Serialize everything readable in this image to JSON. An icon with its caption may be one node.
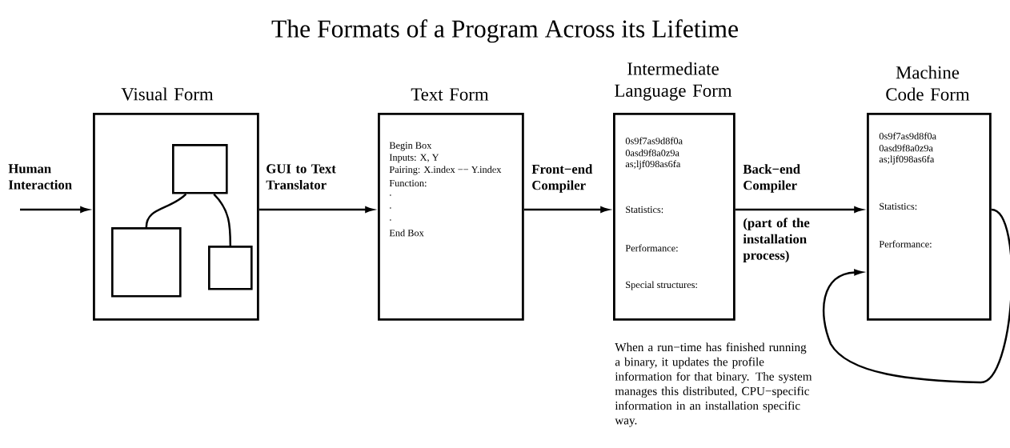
{
  "diagram": {
    "title": "The Formats of a Program Across its Lifetime",
    "nodes": [
      {
        "text": [
          "Visual Form"
        ]
      },
      {
        "text": [],
        "shape": "box",
        "in": 0
      },
      {
        "text": [],
        "shape": "box",
        "in": 0
      },
      {
        "text": [],
        "shape": "box",
        "in": 0
      },
      {
        "text": [
          "Text Form",
          "Begin Box",
          "Inputs: X, Y",
          "Pairing: X.index −− Y.index",
          "Function:",
          ".",
          ".",
          ".",
          "End Box"
        ]
      },
      {
        "text": [
          "Intermediate Language Form",
          "0s9f7as9d8f0a",
          "0asd9f8a0z9a",
          "as;ljf098as6fa",
          "Statistics:",
          "Performance:",
          "Special structures:"
        ]
      },
      {
        "text": [
          "Machine Code Form",
          "0s9f7as9d8f0a",
          "0asd9f8a0z9a",
          "as;ljf098as6fa",
          "Statistics:",
          "Performance:"
        ]
      }
    ],
    "edges": [
      {
        "from": null,
        "to": 0,
        "arrow": "to",
        "label": "Human Interaction"
      },
      {
        "from": 0,
        "to": 4,
        "arrow": "to",
        "label": "GUI to Text Translator"
      },
      {
        "from": 4,
        "to": 5,
        "arrow": "to",
        "label": "Front−end Compiler"
      },
      {
        "from": 5,
        "to": 6,
        "arrow": "to",
        "label": "Back−end Compiler"
      },
      {
        "from": 6,
        "to": 6,
        "arrow": "to"
      },
      {
        "from": 1,
        "to": 2,
        "arrow": "none"
      },
      {
        "from": 1,
        "to": 3,
        "arrow": "none"
      }
    ],
    "labels": [
      "(part of the installation process)",
      "When a run−time has finished running a binary, it updates the profile information for that binary. The system manages this distributed, CPU−specific information in an installation specific way."
    ]
  }
}
